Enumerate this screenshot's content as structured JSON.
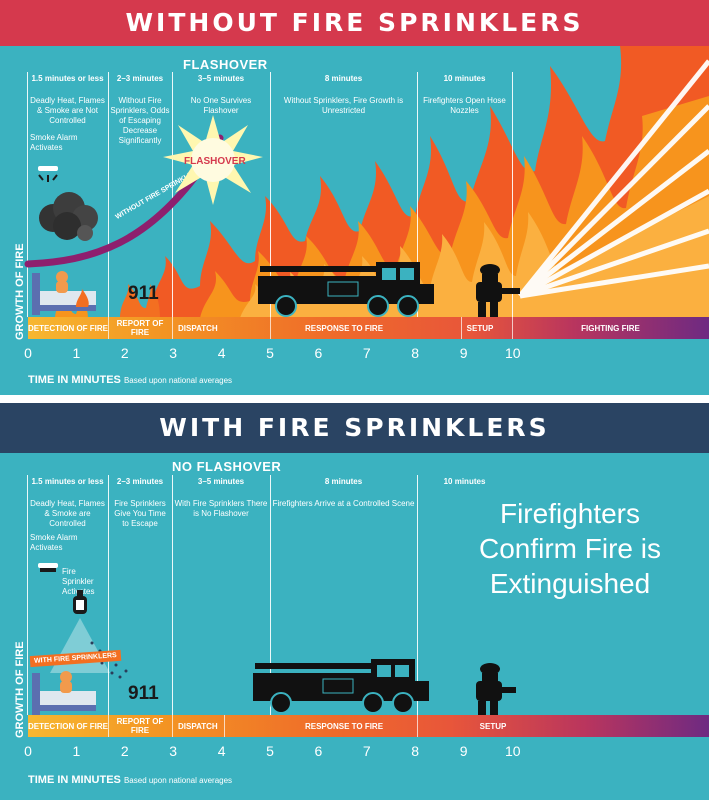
{
  "top": {
    "banner": "WITHOUT FIRE SPRINKLERS",
    "event_label": "FLASHOVER",
    "columns": [
      {
        "time": "1.5 minutes or less",
        "text": "Deadly Heat, Flames & Smoke are Not Controlled"
      },
      {
        "time": "2–3 minutes",
        "text": "Without Fire Sprinklers, Odds of Escaping Decrease Significantly"
      },
      {
        "time": "3–5 minutes",
        "text": "No One Survives Flashover"
      },
      {
        "time": "8 minutes",
        "text": "Without Sprinklers, Fire Growth is Unrestricted"
      },
      {
        "time": "10 minutes",
        "text": "Firefighters Open Hose Nozzles"
      }
    ],
    "smoke_alarm": "Smoke Alarm Activates",
    "flashover_burst": "FLASHOVER",
    "curve_label": "WITHOUT FIRE SPRINKLERS",
    "call": "911",
    "phases": [
      "DETECTION OF FIRE",
      "REPORT OF FIRE",
      "DISPATCH",
      "RESPONSE TO FIRE",
      "SETUP",
      "FIGHTING FIRE"
    ],
    "y_axis": "GROWTH OF FIRE",
    "x_axis": "TIME IN MINUTES",
    "x_axis_note": "Based upon national averages",
    "ticks": [
      "0",
      "1",
      "2",
      "3",
      "4",
      "5",
      "6",
      "7",
      "8",
      "9",
      "10"
    ]
  },
  "bottom": {
    "banner": "WITH FIRE SPRINKLERS",
    "event_label": "NO FLASHOVER",
    "columns": [
      {
        "time": "1.5 minutes or less",
        "text": "Deadly Heat, Flames & Smoke are Controlled"
      },
      {
        "time": "2–3 minutes",
        "text": "Fire Sprinklers Give You Time to Escape"
      },
      {
        "time": "3–5 minutes",
        "text": "With Fire Sprinklers There is No Flashover"
      },
      {
        "time": "8 minutes",
        "text": "Firefighters Arrive at a Controlled Scene"
      },
      {
        "time": "10 minutes",
        "text": ""
      }
    ],
    "smoke_alarm": "Smoke Alarm Activates",
    "sprinkler": "Fire Sprinkler Activates",
    "curve_label": "WITH FIRE SPRINKLERS",
    "call": "911",
    "confirm": [
      "Firefighters",
      "Confirm Fire is",
      "Extinguished"
    ],
    "phases": [
      "DETECTION OF FIRE",
      "REPORT OF FIRE",
      "DISPATCH",
      "RESPONSE TO FIRE",
      "SETUP"
    ],
    "y_axis": "GROWTH OF FIRE",
    "x_axis": "TIME IN MINUTES",
    "x_axis_note": "Based upon national averages",
    "ticks": [
      "0",
      "1",
      "2",
      "3",
      "4",
      "5",
      "6",
      "7",
      "8",
      "9",
      "10"
    ]
  },
  "colors": {
    "panel": "#3bb2c0",
    "banner_top": "#d5394d",
    "banner_bottom": "#2a4463",
    "fire_orange": "#f36f21",
    "fire_yellow": "#fbb040",
    "curve": "#8e1f6e"
  }
}
